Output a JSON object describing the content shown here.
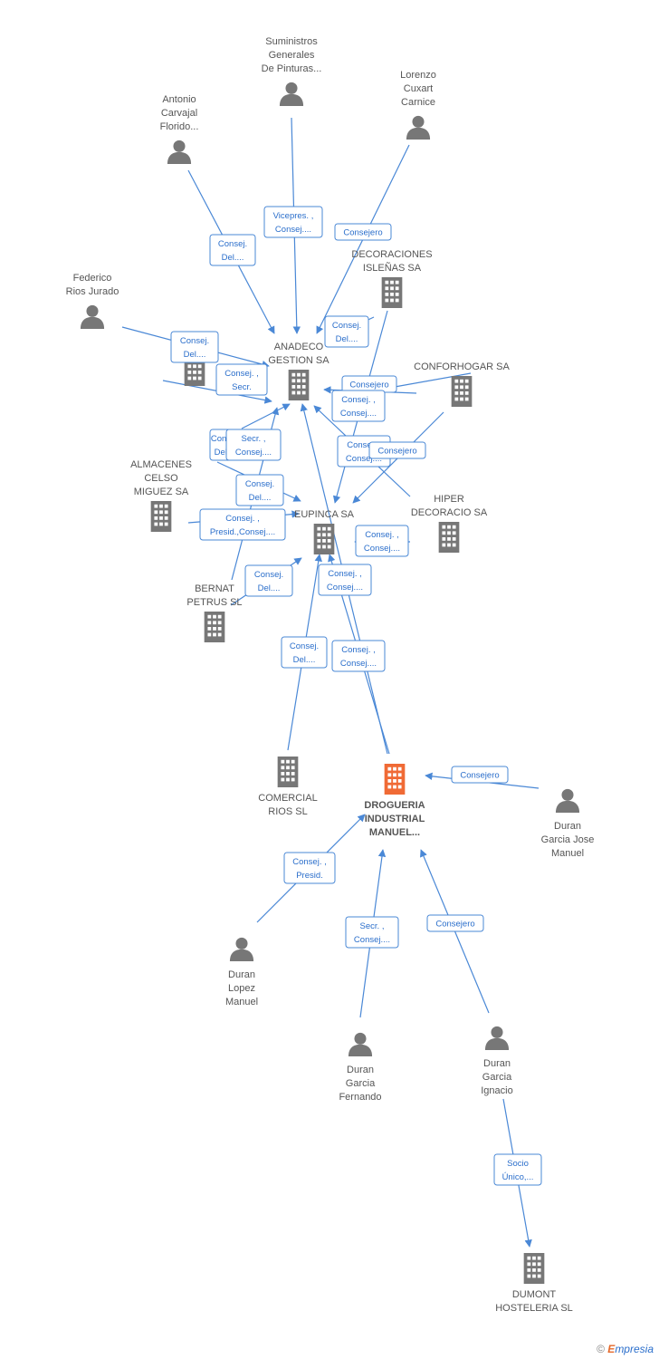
{
  "colors": {
    "edge": "#4a88d6",
    "person": "#777777",
    "company": "#777777",
    "focus": "#f06a35",
    "text": "#555555",
    "rel_text": "#2a6ecb"
  },
  "nodes": [
    {
      "id": "suministros",
      "type": "person",
      "lines": [
        "Suministros",
        "Generales",
        "De Pinturas..."
      ]
    },
    {
      "id": "lorenzo",
      "type": "person",
      "lines": [
        "Lorenzo",
        "Cuxart",
        "Carnice"
      ]
    },
    {
      "id": "antonio",
      "type": "person",
      "lines": [
        "Antonio",
        "Carvajal",
        "Florido..."
      ]
    },
    {
      "id": "decoraciones",
      "type": "company",
      "lines": [
        "DECORACIONES",
        "ISLEÑAS SA"
      ]
    },
    {
      "id": "federico",
      "type": "person",
      "lines": [
        "Federico",
        "Rios Jurado"
      ]
    },
    {
      "id": "anadeco",
      "type": "company",
      "lines": [
        "ANADECO",
        "GESTION SA"
      ]
    },
    {
      "id": "conforhogar",
      "type": "company",
      "lines": [
        "CONFORHOGAR SA"
      ]
    },
    {
      "id": "hidden1",
      "type": "company",
      "lines": []
    },
    {
      "id": "almacenes",
      "type": "company",
      "lines": [
        "ALMACENES",
        "CELSO",
        "MIGUEZ SA"
      ]
    },
    {
      "id": "eupinca",
      "type": "company",
      "lines": [
        "EUPINCA SA"
      ]
    },
    {
      "id": "hiper",
      "type": "company",
      "lines": [
        "HIPER",
        "DECORACIO SA"
      ]
    },
    {
      "id": "bernat",
      "type": "company",
      "lines": [
        "BERNAT",
        "PETRUS SL"
      ]
    },
    {
      "id": "comercial",
      "type": "company",
      "lines": [
        "COMERCIAL",
        "RIOS SL"
      ]
    },
    {
      "id": "drogueria",
      "type": "focus",
      "lines": [
        "DROGUERIA",
        "INDUSTRIAL",
        "MANUEL..."
      ]
    },
    {
      "id": "duranjose",
      "type": "person",
      "lines": [
        "Duran",
        "Garcia Jose",
        "Manuel"
      ]
    },
    {
      "id": "duranlopez",
      "type": "person",
      "lines": [
        "Duran",
        "Lopez",
        "Manuel"
      ]
    },
    {
      "id": "duranfernando",
      "type": "person",
      "lines": [
        "Duran",
        "Garcia",
        "Fernando"
      ]
    },
    {
      "id": "duranignacio",
      "type": "person",
      "lines": [
        "Duran",
        "Garcia",
        "Ignacio"
      ]
    },
    {
      "id": "dumont",
      "type": "company",
      "lines": [
        "DUMONT",
        "HOSTELERIA SL"
      ]
    }
  ],
  "relations": [
    {
      "id": "r1",
      "lines": [
        "Vicepres. ,",
        "Consej...."
      ]
    },
    {
      "id": "r2",
      "lines": [
        "Consejero"
      ]
    },
    {
      "id": "r3",
      "lines": [
        "Consej.",
        "Del...."
      ]
    },
    {
      "id": "r4",
      "lines": [
        "Consej.",
        "Del...."
      ]
    },
    {
      "id": "r5",
      "lines": [
        "Consej.",
        "Del...."
      ]
    },
    {
      "id": "r6",
      "lines": [
        "Consej. ,",
        "Secr."
      ]
    },
    {
      "id": "r7",
      "lines": [
        "Consejero"
      ]
    },
    {
      "id": "r8",
      "lines": [
        "Consej. ,",
        "Consej...."
      ]
    },
    {
      "id": "r9",
      "lines": [
        "Consej.",
        "Del...."
      ]
    },
    {
      "id": "r10",
      "lines": [
        "Secr. ,",
        "Consej...."
      ]
    },
    {
      "id": "r11",
      "lines": [
        "Consej. ,",
        "Consej...."
      ]
    },
    {
      "id": "r12",
      "lines": [
        "Consejero"
      ]
    },
    {
      "id": "r13",
      "lines": [
        "Consej.",
        "Del...."
      ]
    },
    {
      "id": "r14",
      "lines": [
        "Consej. ,",
        "Presid.,Consej...."
      ]
    },
    {
      "id": "r15",
      "lines": [
        "Consej. ,",
        "Consej...."
      ]
    },
    {
      "id": "r16",
      "lines": [
        "Consej.",
        "Del...."
      ]
    },
    {
      "id": "r17",
      "lines": [
        "Consej. ,",
        "Consej...."
      ]
    },
    {
      "id": "r18",
      "lines": [
        "Consej.",
        "Del...."
      ]
    },
    {
      "id": "r19",
      "lines": [
        "Consej. ,",
        "Consej...."
      ]
    },
    {
      "id": "r20",
      "lines": [
        "Consejero"
      ]
    },
    {
      "id": "r21",
      "lines": [
        "Consej. ,",
        "Presid."
      ]
    },
    {
      "id": "r22",
      "lines": [
        "Secr. ,",
        "Consej...."
      ]
    },
    {
      "id": "r23",
      "lines": [
        "Consejero"
      ]
    },
    {
      "id": "r24",
      "lines": [
        "Socio",
        "Único,..."
      ]
    }
  ],
  "footer": {
    "copyright": "©",
    "brand_e": "E",
    "brand_rest": "mpresia"
  }
}
